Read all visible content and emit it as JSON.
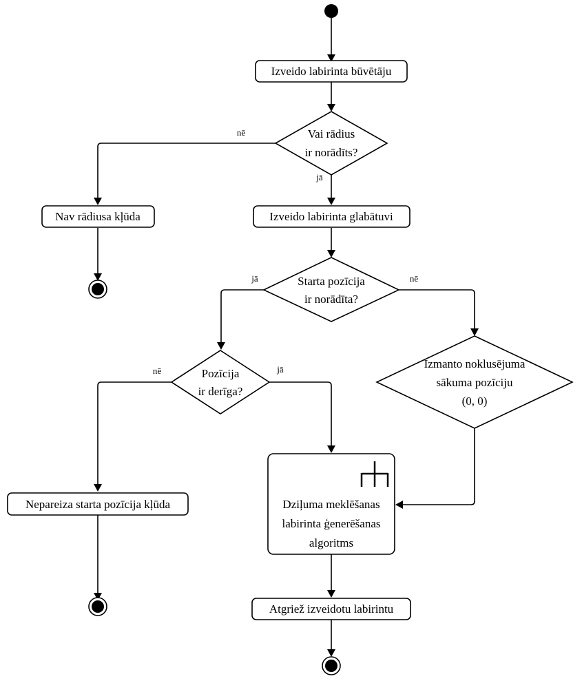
{
  "diagram": {
    "type": "UML activity diagram",
    "nodes": {
      "start": {
        "kind": "initial"
      },
      "create_builder": {
        "kind": "action",
        "label": "Izveido labirinta būvētāju"
      },
      "radius_decision": {
        "kind": "decision",
        "lines": [
          "Vai rādius",
          "ir norādīts?"
        ]
      },
      "no_radius_error": {
        "kind": "action",
        "label": "Nav rādiusa kļūda"
      },
      "end_no_radius": {
        "kind": "final"
      },
      "create_storage": {
        "kind": "action",
        "label": "Izveido labirinta glabātuvi"
      },
      "start_pos_decision": {
        "kind": "decision",
        "lines": [
          "Starta pozīcija",
          "ir norādīta?"
        ]
      },
      "position_valid_decision": {
        "kind": "decision",
        "lines": [
          "Pozīcija",
          "ir derīga?"
        ]
      },
      "default_start": {
        "kind": "decision",
        "lines": [
          "Izmanto noklusējuma",
          "sākuma pozīciju",
          "(0, 0)"
        ]
      },
      "invalid_start_error": {
        "kind": "action",
        "label": "Nepareiza starta pozīcija kļūda"
      },
      "end_invalid_start": {
        "kind": "final"
      },
      "dfs_algorithm": {
        "kind": "call-behavior-action",
        "lines": [
          "Dziļuma meklēšanas",
          "labirinta ģenerēšanas",
          "algoritms"
        ],
        "icon": "rake-icon"
      },
      "return_maze": {
        "kind": "action",
        "label": "Atgriež izveidotu labirintu"
      },
      "end_main": {
        "kind": "final"
      }
    },
    "edge_labels": {
      "radius_no": "nē",
      "radius_yes": "jā",
      "start_pos_yes": "jā",
      "start_pos_no": "nē",
      "valid_no": "nē",
      "valid_yes": "jā"
    }
  }
}
